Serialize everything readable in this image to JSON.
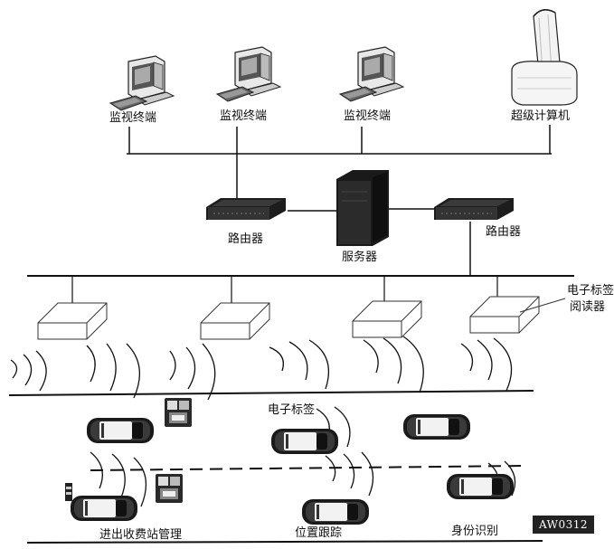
{
  "labels": {
    "monitor_1": "监视终端",
    "monitor_2": "监视终端",
    "monitor_3": "监视终端",
    "supercomputer": "超级计算机",
    "router_left": "路由器",
    "server": "服务器",
    "router_right": "路由器",
    "reader_line1": "电子标签",
    "reader_line2": "阅读器",
    "tag": "电子标签",
    "toll": "进出收费站管理",
    "tracking": "位置跟踪",
    "identity": "身份识别"
  },
  "stamp": "AW0312"
}
